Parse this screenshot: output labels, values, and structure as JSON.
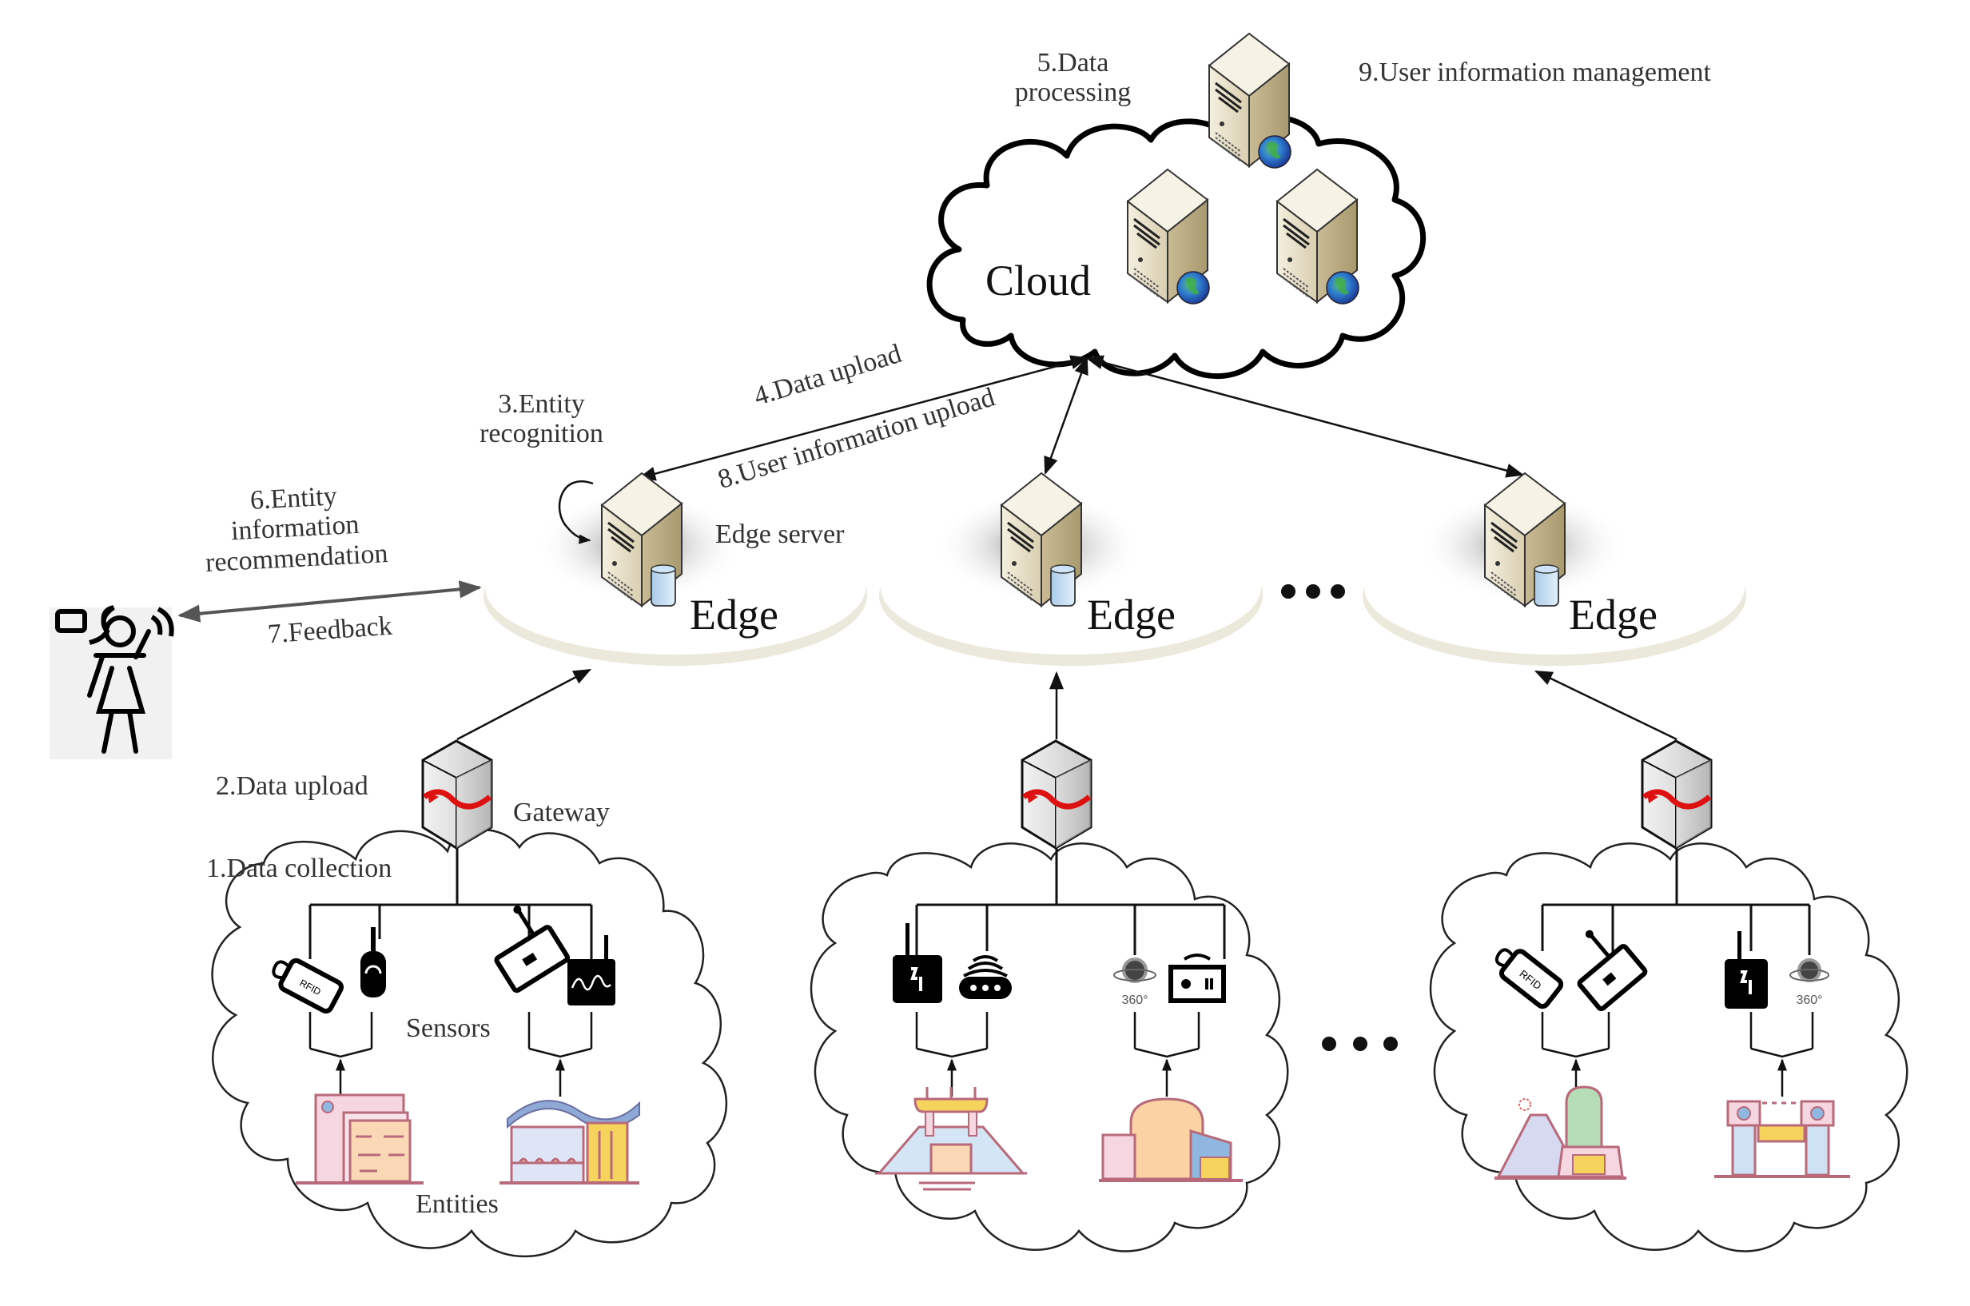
{
  "diagram": {
    "type": "architecture",
    "cloud": {
      "label": "Cloud",
      "step_processing": "5.Data processing",
      "step_processing_lines": [
        "5.Data",
        "processing"
      ],
      "step_user_mgmt": "9.User information management",
      "servers": 3
    },
    "links_cloud_edge": {
      "step_data_upload": "4.Data upload",
      "step_user_info_upload": "8.User information upload"
    },
    "edges": [
      {
        "label": "Edge",
        "server_label": "Edge server",
        "recognition_lines": [
          "3.Entity",
          "recognition"
        ]
      },
      {
        "label": "Edge"
      },
      {
        "label": "Edge"
      }
    ],
    "user": {
      "recommendation_lines": [
        "6.Entity",
        "information",
        "recommendation"
      ],
      "feedback": "7.Feedback"
    },
    "gateway": {
      "label": "Gateway",
      "step_upload": "2.Data upload",
      "step_collection": "1.Data collection"
    },
    "clusters": [
      {
        "sensors_label": "Sensors",
        "entities_label": "Entities",
        "sensors": [
          "rfid-tag",
          "gauge-sensor",
          "wireless-transmitter",
          "signal-sensor"
        ],
        "entities": [
          "building-a",
          "wave-roof-building"
        ]
      },
      {
        "sensors": [
          "wireless-sensor",
          "wifi-router",
          "360-camera",
          "radio-device"
        ],
        "entities": [
          "temple-gate",
          "dome-building"
        ]
      },
      {
        "sensors": [
          "rfid-tag",
          "wireless-transmitter",
          "wireless-sensor",
          "360-camera"
        ],
        "entities": [
          "mountain-monument",
          "arch-gate"
        ]
      }
    ],
    "ellipsis": "•••",
    "camera_caption": "360°",
    "rfid_caption": "RFID"
  }
}
